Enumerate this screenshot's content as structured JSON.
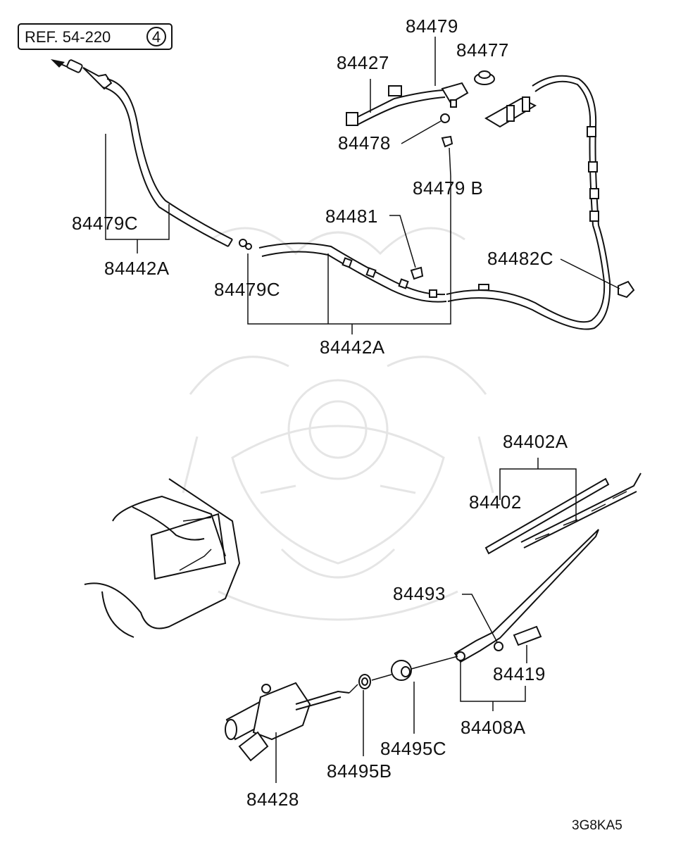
{
  "diagram": {
    "reference": {
      "text": "REF. 54-220",
      "number": "4"
    },
    "labels": {
      "p84479": "84479",
      "p84477": "84477",
      "p84427": "84427",
      "p84478": "84478",
      "p84479B": "84479 B",
      "p84481": "84481",
      "p84479C_top": "84479C",
      "p84442A_top": "84442A",
      "p84482C": "84482C",
      "p84479C_mid": "84479C",
      "p84442A_mid": "84442A",
      "p84402A": "84402A",
      "p84402": "84402",
      "p84493": "84493",
      "p84419": "84419",
      "p84408A": "84408A",
      "p84495C": "84495C",
      "p84495B": "84495B",
      "p84428": "84428"
    },
    "diagram_code": "3G8KA5"
  }
}
